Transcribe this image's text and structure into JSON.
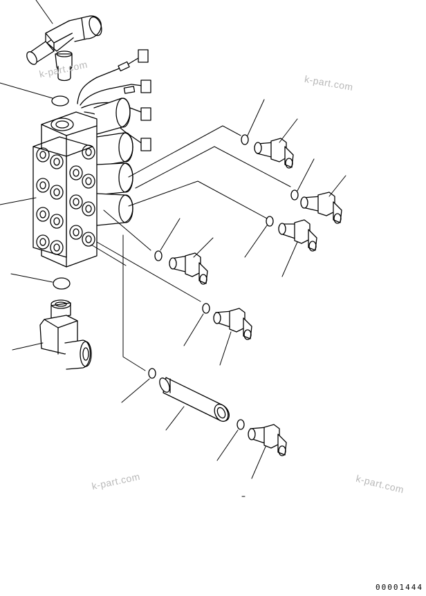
{
  "watermarks": [
    "k-part.com",
    "k-part.com",
    "k-part.com",
    "k-part.com"
  ],
  "drawing_number": "00001444",
  "colors": {
    "line": "#000000",
    "watermark": "#b8b8b8",
    "background": "#ffffff"
  },
  "parts": [
    "elbow-fitting-top",
    "o-ring-top",
    "solenoid-valve-block",
    "solenoid-coil-1",
    "solenoid-coil-2",
    "solenoid-coil-3",
    "solenoid-coil-4",
    "wire-harness",
    "o-ring-bottom",
    "elbow-fitting-bottom",
    "o-ring-1",
    "plug-fitting-1",
    "o-ring-2",
    "plug-fitting-2",
    "o-ring-3",
    "plug-fitting-3",
    "o-ring-4",
    "plug-fitting-4",
    "o-ring-5",
    "plug-fitting-5",
    "o-ring-6",
    "accumulator-tube",
    "o-ring-7",
    "plug-fitting-6"
  ]
}
